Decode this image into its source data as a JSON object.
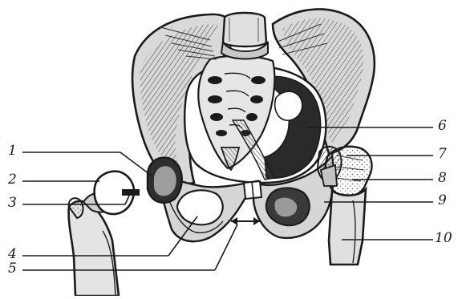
{
  "figure": {
    "ink_color": "#1a1a1a",
    "paper_color": "#ffffff",
    "shade_color": "#7a7a7a",
    "light_shade": "#bdbdbd",
    "labels": [
      "1",
      "2",
      "3",
      "4",
      "5",
      "6",
      "7",
      "8",
      "9",
      "10"
    ]
  }
}
